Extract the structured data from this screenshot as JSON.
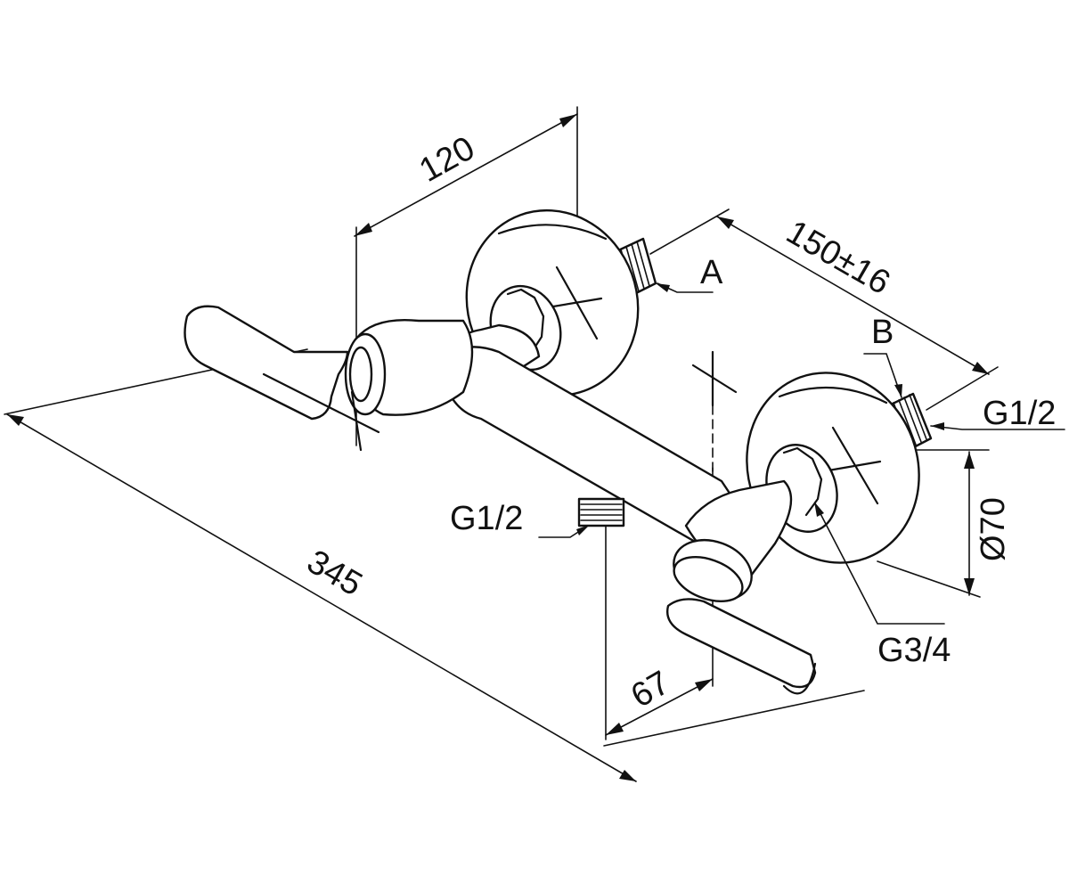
{
  "dimensions": {
    "width_120": "120",
    "spacing_150": "150±16",
    "length_345": "345",
    "offset_67": "67",
    "diameter_70": "Ø70"
  },
  "connections": {
    "a_label": "A",
    "b_label": "B",
    "g12_right": "G1/2",
    "g12_bottom": "G1/2",
    "g34": "G3/4"
  },
  "colors": {
    "line": "#111111",
    "background": "#ffffff"
  }
}
